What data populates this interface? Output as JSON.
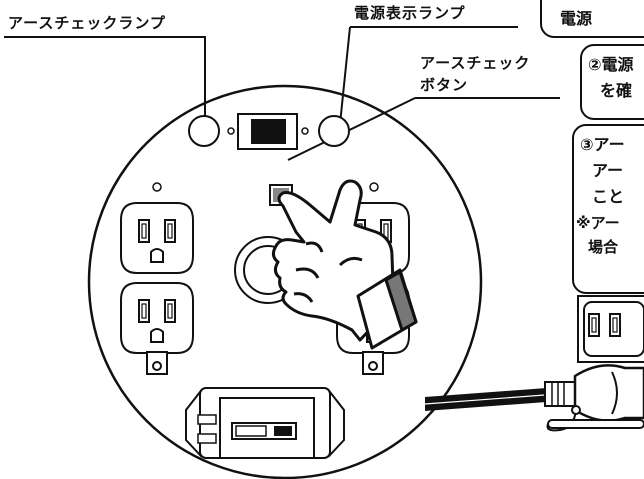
{
  "labels": {
    "earth_check_lamp": "アースチェックランプ",
    "power_lamp": "電源表示ランプ",
    "earth_check_button_line1": "アースチェック",
    "earth_check_button_line2": "ボタン"
  },
  "callouts": {
    "top_partial": "電源",
    "step2_line1": "②電源",
    "step2_line2": "を確",
    "step3_line1": "③アー",
    "step3_line2": "アー",
    "step3_line3": "こと",
    "step3_note1": "※アー",
    "step3_note2": "場合"
  }
}
